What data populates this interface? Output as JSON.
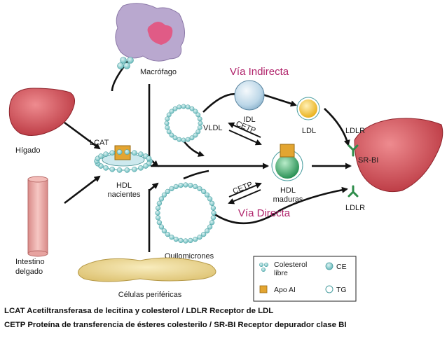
{
  "labels": {
    "macrofago": "Macrófago",
    "via_indirecta": "Vía Indirecta",
    "via_directa": "Vía Directa",
    "idl": "IDL",
    "ldl": "LDL",
    "ldlr_top": "LDLR",
    "ldlr_bottom": "LDLR",
    "sr_bi": "SR-BI",
    "vldl": "VLDL",
    "cetp_top": "CETP",
    "cetp_bottom": "CETP",
    "lcat": "LCAT",
    "higado": "Hígado",
    "hdl_nacientes_1": "HDL",
    "hdl_nacientes_2": "nacientes",
    "hdl_maduras_1": "HDL",
    "hdl_maduras_2": "maduras",
    "intestino_1": "Intestino",
    "intestino_2": "delgado",
    "quilomicrones": "Quilomicrones",
    "celulas": "Células periféricas"
  },
  "legend": {
    "colesterol_1": "Colesterol",
    "colesterol_2": "libre",
    "ce": "CE",
    "apo": "Apo AI",
    "tg": "TG"
  },
  "footer": {
    "line1": "LCAT Acetiltransferasa de lecitina y colesterol  /  LDLR Receptor de LDL",
    "line2": "CETP Proteína de transferencia de ésteres colesterilo  /  SR-BI Receptor depurador clase BI"
  },
  "colors": {
    "route_label": "#b0226a",
    "liver": "#c9474f",
    "intestine": "#e9a6a2",
    "macrophage": "#b9a8cf",
    "cell_body": "#ecd88e",
    "ce_teal": "#6fc2c3",
    "ldl_yellow": "#f0c028",
    "hdl_green": "#2e9c5a",
    "apo_gold": "#e3a531",
    "receptor_green": "#2e8c4a"
  }
}
